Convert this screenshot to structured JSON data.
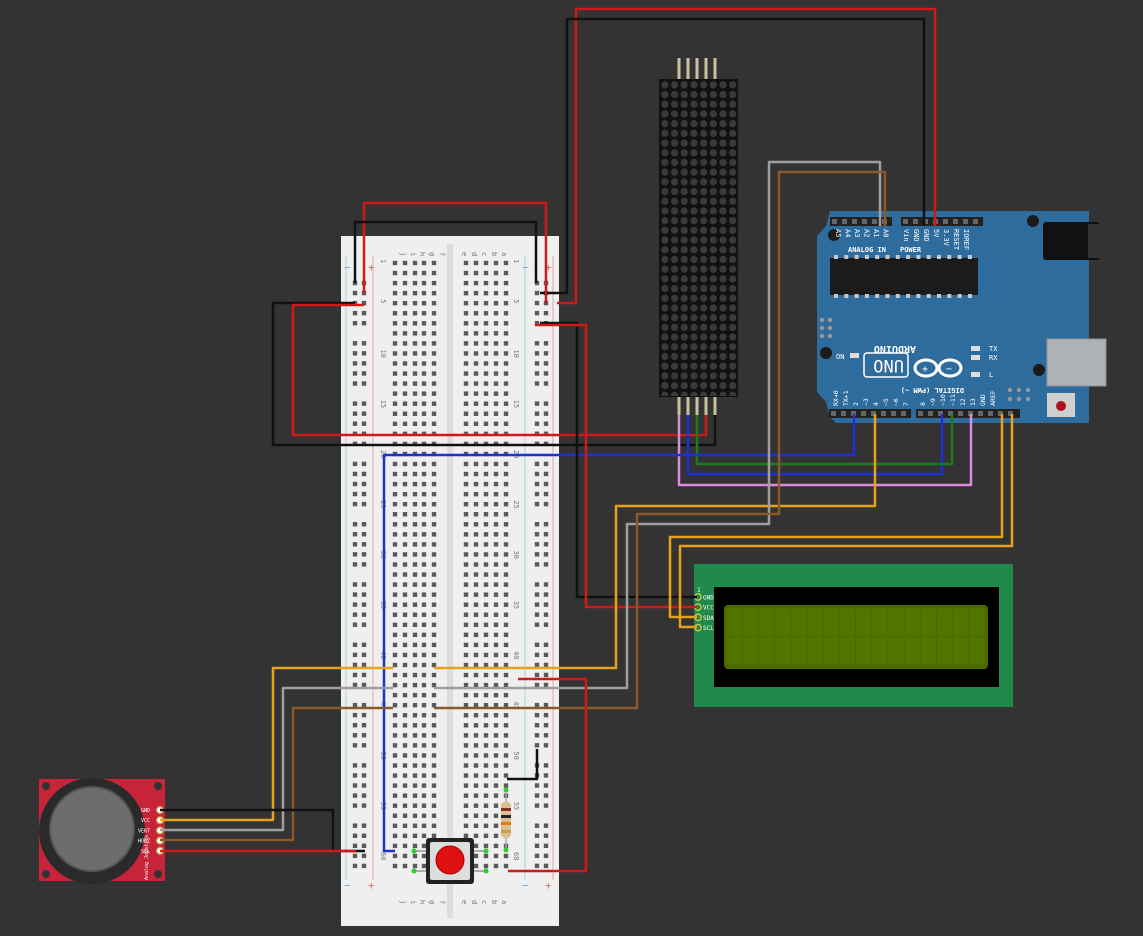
{
  "colors": {
    "background": "#333333",
    "breadboard": "#efefef",
    "arduino": "#2f6c9e",
    "lcd_pcb": "#1f8a4c",
    "lcd_screen": "#4a6a00",
    "joystick_pcb": "#c7243a",
    "wire_red": "#d11919",
    "wire_black": "#111111",
    "wire_orange": "#e6a21a",
    "wire_gray": "#9e9e9e",
    "wire_brown": "#8a5a2b",
    "wire_blue": "#1d2fd6",
    "wire_green": "#1d7a1d",
    "wire_pink": "#e08adf",
    "button_red": "#e01010"
  },
  "breadboard": {
    "row_labels": [
      "1",
      "5",
      "10",
      "15",
      "20",
      "25",
      "30",
      "35",
      "40",
      "45",
      "50",
      "55",
      "60"
    ],
    "col_labels_left": [
      "j",
      "i",
      "h",
      "g",
      "f"
    ],
    "col_labels_right": [
      "e",
      "d",
      "c",
      "b",
      "a"
    ],
    "rail_plus": "+",
    "rail_minus": "−"
  },
  "arduino": {
    "brand": "ARDUINO",
    "model": "UNO",
    "analog_label": "ANALOG IN",
    "power_label": "POWER",
    "digital_label": "DIGITAL (PWM ~)",
    "on_label": "ON",
    "tx_label": "TX",
    "rx_label": "RX",
    "l_label": "L",
    "analog_pins": [
      "A5",
      "A4",
      "A3",
      "A2",
      "A1",
      "A0"
    ],
    "power_pins": [
      "Vin",
      "GND",
      "GND",
      "5V",
      "3.3V",
      "RESET",
      "IOREF"
    ],
    "digital_pins": [
      "RX◂0",
      "TX▸1",
      "2",
      "~3",
      "4",
      "~5",
      "~6",
      "7",
      "8",
      "~9",
      "~10",
      "~11",
      "12",
      "13",
      "GND",
      "AREF"
    ]
  },
  "lcd": {
    "pins": [
      "GND",
      "VCC",
      "SDA",
      "SCL"
    ],
    "pin1_marker": "1"
  },
  "joystick": {
    "pins": [
      "GND",
      "VCC",
      "VERT",
      "HORZ",
      "SEL"
    ],
    "side_label": "Analog Joystick"
  }
}
